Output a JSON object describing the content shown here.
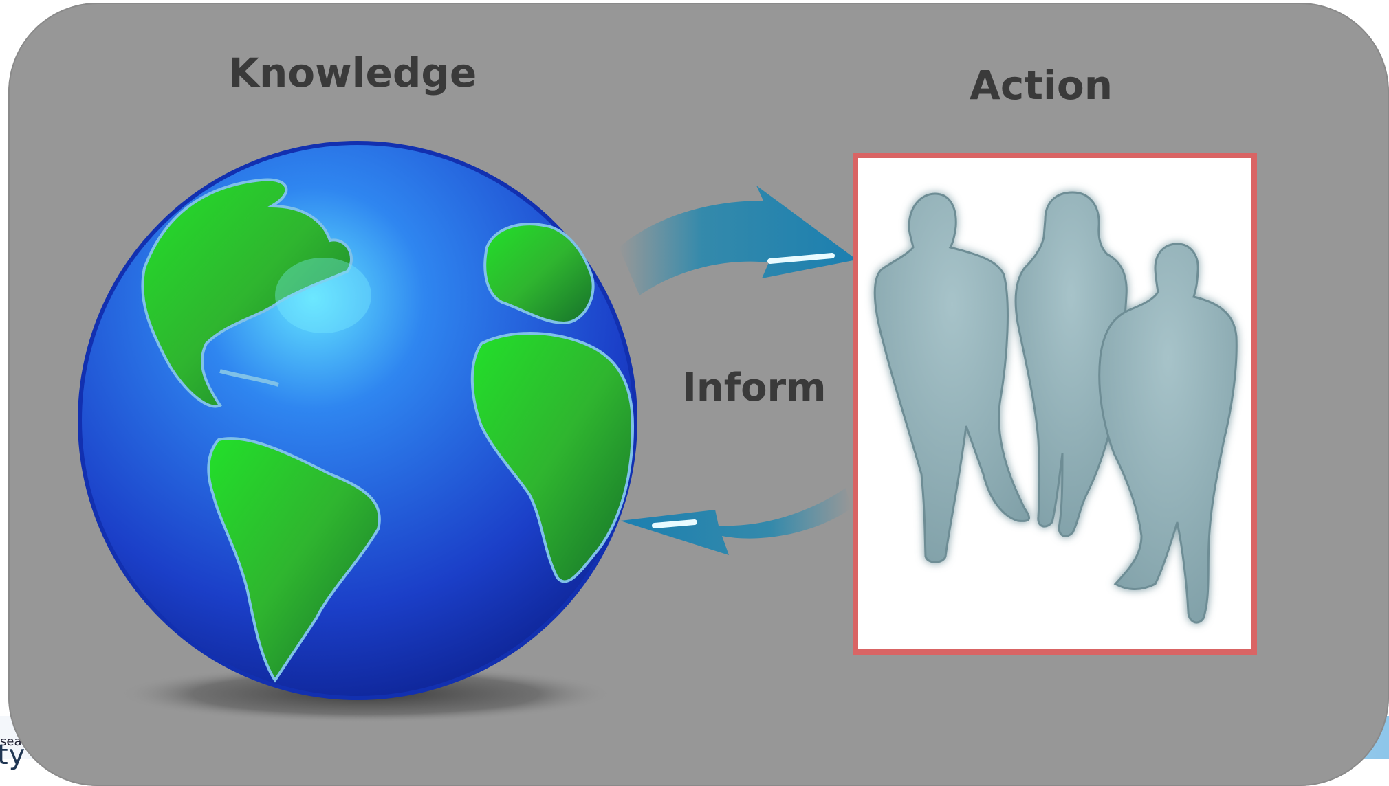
{
  "labels": {
    "knowledge": "Knowledge",
    "action": "Action",
    "inform": "Inform"
  },
  "footer": {
    "label": "search",
    "logo_fragment": "ty Sy"
  },
  "colors": {
    "panel": "#979797",
    "text": "#3a3a3a",
    "frame": "#d96464",
    "arrow": "#1f8fb8",
    "ocean": "#1f50d8",
    "land": "#2fae2f",
    "silhouette": "#8faeb5"
  },
  "icons": [
    "globe-icon",
    "people-silhouette-icon",
    "curved-arrow-right-icon",
    "curved-arrow-left-icon"
  ]
}
